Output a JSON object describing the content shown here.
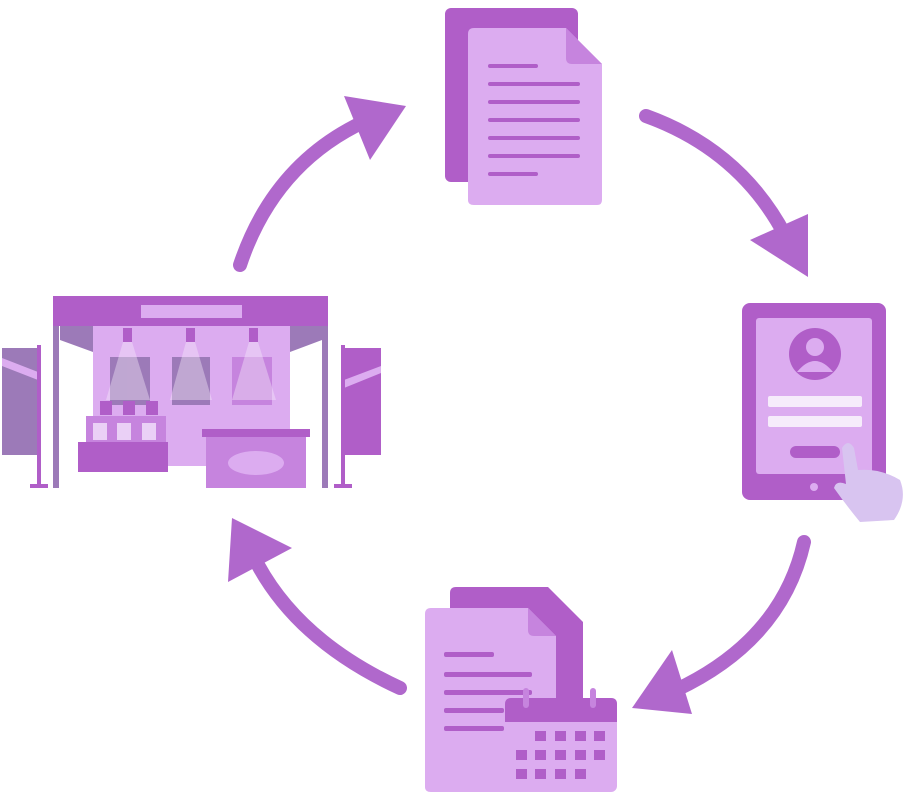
{
  "colors": {
    "dark": "#b05ec8",
    "medium": "#c684de",
    "light": "#dcacf0",
    "pale": "#ead0f6",
    "muted": "#9c7ab8",
    "arrow": "#b068cc",
    "hand": "#d8c4f0"
  },
  "stages": [
    "exhibition-booth",
    "documents",
    "tablet-registration",
    "documents-calendar"
  ]
}
